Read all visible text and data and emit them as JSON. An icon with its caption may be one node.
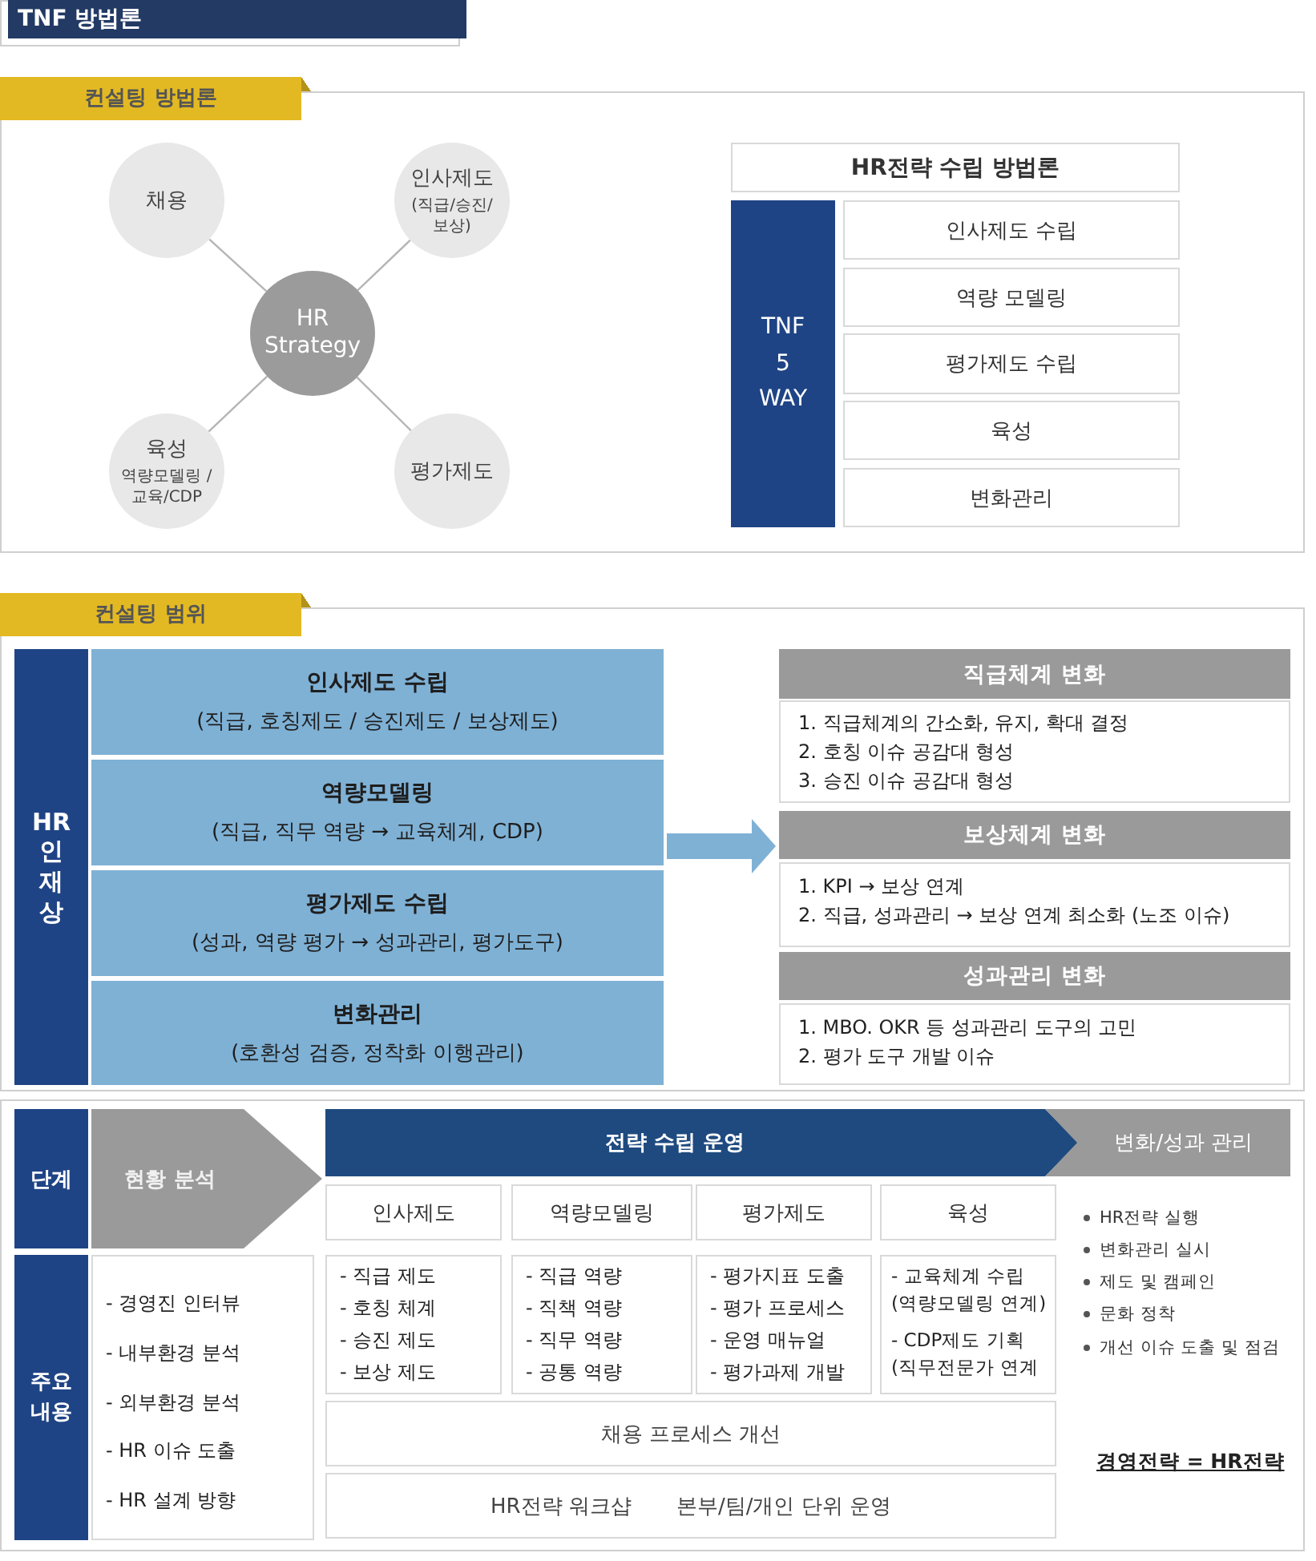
{
  "diagram": {
    "title": "TNF 방법론",
    "nodes": [
      {
        "text": [
          "컨설팅 방법론"
        ]
      },
      {
        "text": [
          "채용"
        ],
        "in": 0
      },
      {
        "text": [
          "인사제도",
          "(직급/승진/ 보상)"
        ],
        "in": 0
      },
      {
        "text": [
          "HR Strategy"
        ],
        "in": 0
      },
      {
        "text": [
          "육성",
          "역량모델링 /교육/CDP"
        ],
        "in": 0
      },
      {
        "text": [
          "평가제도"
        ],
        "in": 0
      },
      {
        "text": [
          "HR전략 수립 방법론"
        ],
        "in": 0
      },
      {
        "text": [
          "TNF 5 WAY"
        ],
        "in": 0
      },
      {
        "text": [
          "인사제도 수립"
        ],
        "in": 0
      },
      {
        "text": [
          "역량 모델링"
        ],
        "in": 0
      },
      {
        "text": [
          "평가제도 수립"
        ],
        "in": 0
      },
      {
        "text": [
          "육성"
        ],
        "in": 0
      },
      {
        "text": [
          "변화관리"
        ],
        "in": 0
      },
      {
        "text": [
          "컨설팅 범위"
        ]
      },
      {
        "text": [
          "HR 인재상"
        ],
        "in": 13
      },
      {
        "text": [
          "인사제도 수립",
          "(직급, 호칭제도 / 승진제도 / 보상제도)"
        ],
        "in": 13
      },
      {
        "text": [
          "역량모델링",
          "(직급, 직무 역량 → 교육체계, CDP)"
        ],
        "in": 13
      },
      {
        "text": [
          "평가제도 수립",
          "(성과, 역량 평가 → 성과관리, 평가도구)"
        ],
        "in": 13
      },
      {
        "text": [
          "변화관리",
          "(호환성 검증, 정착화 이행관리)"
        ],
        "in": 13
      },
      {
        "text": [
          "직급체계 변화"
        ],
        "in": 13
      },
      {
        "text": [
          "1. 직급체계의 간소화, 유지, 확대 결정",
          "2. 호칭 이슈 공감대 형성",
          "3. 승진 이슈 공감대 형성"
        ],
        "in": 13
      },
      {
        "text": [
          "보상체계 변화"
        ],
        "in": 13
      },
      {
        "text": [
          "1. KPI → 보상 연계",
          "2. 직급, 성과관리 → 보상 연계 최소화 (노조 이슈)"
        ],
        "in": 13
      },
      {
        "text": [
          "성과관리 변화"
        ],
        "in": 13
      },
      {
        "text": [
          "1. MBO. OKR 등 성과관리 도구의 고민",
          "2. 평가 도구 개발 이슈"
        ],
        "in": 13
      },
      {
        "text": [],
        "shape": "box"
      },
      {
        "text": [
          "단계"
        ],
        "in": 25
      },
      {
        "text": [
          "현황 분석"
        ],
        "in": 25
      },
      {
        "text": [
          "전략 수립 운영"
        ],
        "in": 25
      },
      {
        "text": [
          "변화/성과 관리"
        ],
        "in": 25
      },
      {
        "text": [
          "인사제도"
        ],
        "in": 25
      },
      {
        "text": [
          "역량모델링"
        ],
        "in": 25
      },
      {
        "text": [
          "평가제도"
        ],
        "in": 25
      },
      {
        "text": [
          "육성"
        ],
        "in": 25
      },
      {
        "text": [
          "주요 내용"
        ],
        "in": 25
      },
      {
        "text": [
          "- 경영진 인터뷰",
          "- 내부환경 분석",
          "- 외부환경 분석",
          "- HR 이슈 도출",
          "- HR 설계 방향"
        ],
        "in": 25
      },
      {
        "text": [
          "- 직급 제도",
          "- 호칭 체계",
          "- 승진 제도",
          "- 보상 제도"
        ],
        "in": 25
      },
      {
        "text": [
          "- 직급 역량",
          "- 직책 역량",
          "- 직무 역량",
          "- 공통 역량"
        ],
        "in": 25
      },
      {
        "text": [
          "- 평가지표 도출",
          "- 평가 프로세스",
          "- 운영 매뉴얼",
          "- 평가과제 개발"
        ],
        "in": 25
      },
      {
        "text": [
          "- 교육체계 수립 (역량모델링 연계)",
          "- CDP제도 기획 (직무전문가 연계"
        ],
        "in": 25
      },
      {
        "text": [
          "채용 프로세스 개선"
        ],
        "in": 25
      },
      {
        "text": [
          "HR전략 워크샵",
          "본부/팀/개인 단위 운영"
        ],
        "in": 25
      }
    ],
    "edges": [
      {
        "from": 3,
        "to": 1,
        "arrow": "none"
      },
      {
        "from": 3,
        "to": 2,
        "arrow": "none"
      },
      {
        "from": 3,
        "to": 4,
        "arrow": "none"
      },
      {
        "from": 3,
        "to": 5,
        "arrow": "none"
      },
      {
        "from": 16,
        "to": 21,
        "arrow": "to",
        "style": "thick",
        "color": "#7fb1d5"
      }
    ],
    "labels": [
      "HR전략 실행",
      "변화관리 실시",
      "제도 및 캠페인",
      "문화 정착",
      "개선 이슈 도출 및 점검",
      "경영전략 = HR전략"
    ]
  }
}
